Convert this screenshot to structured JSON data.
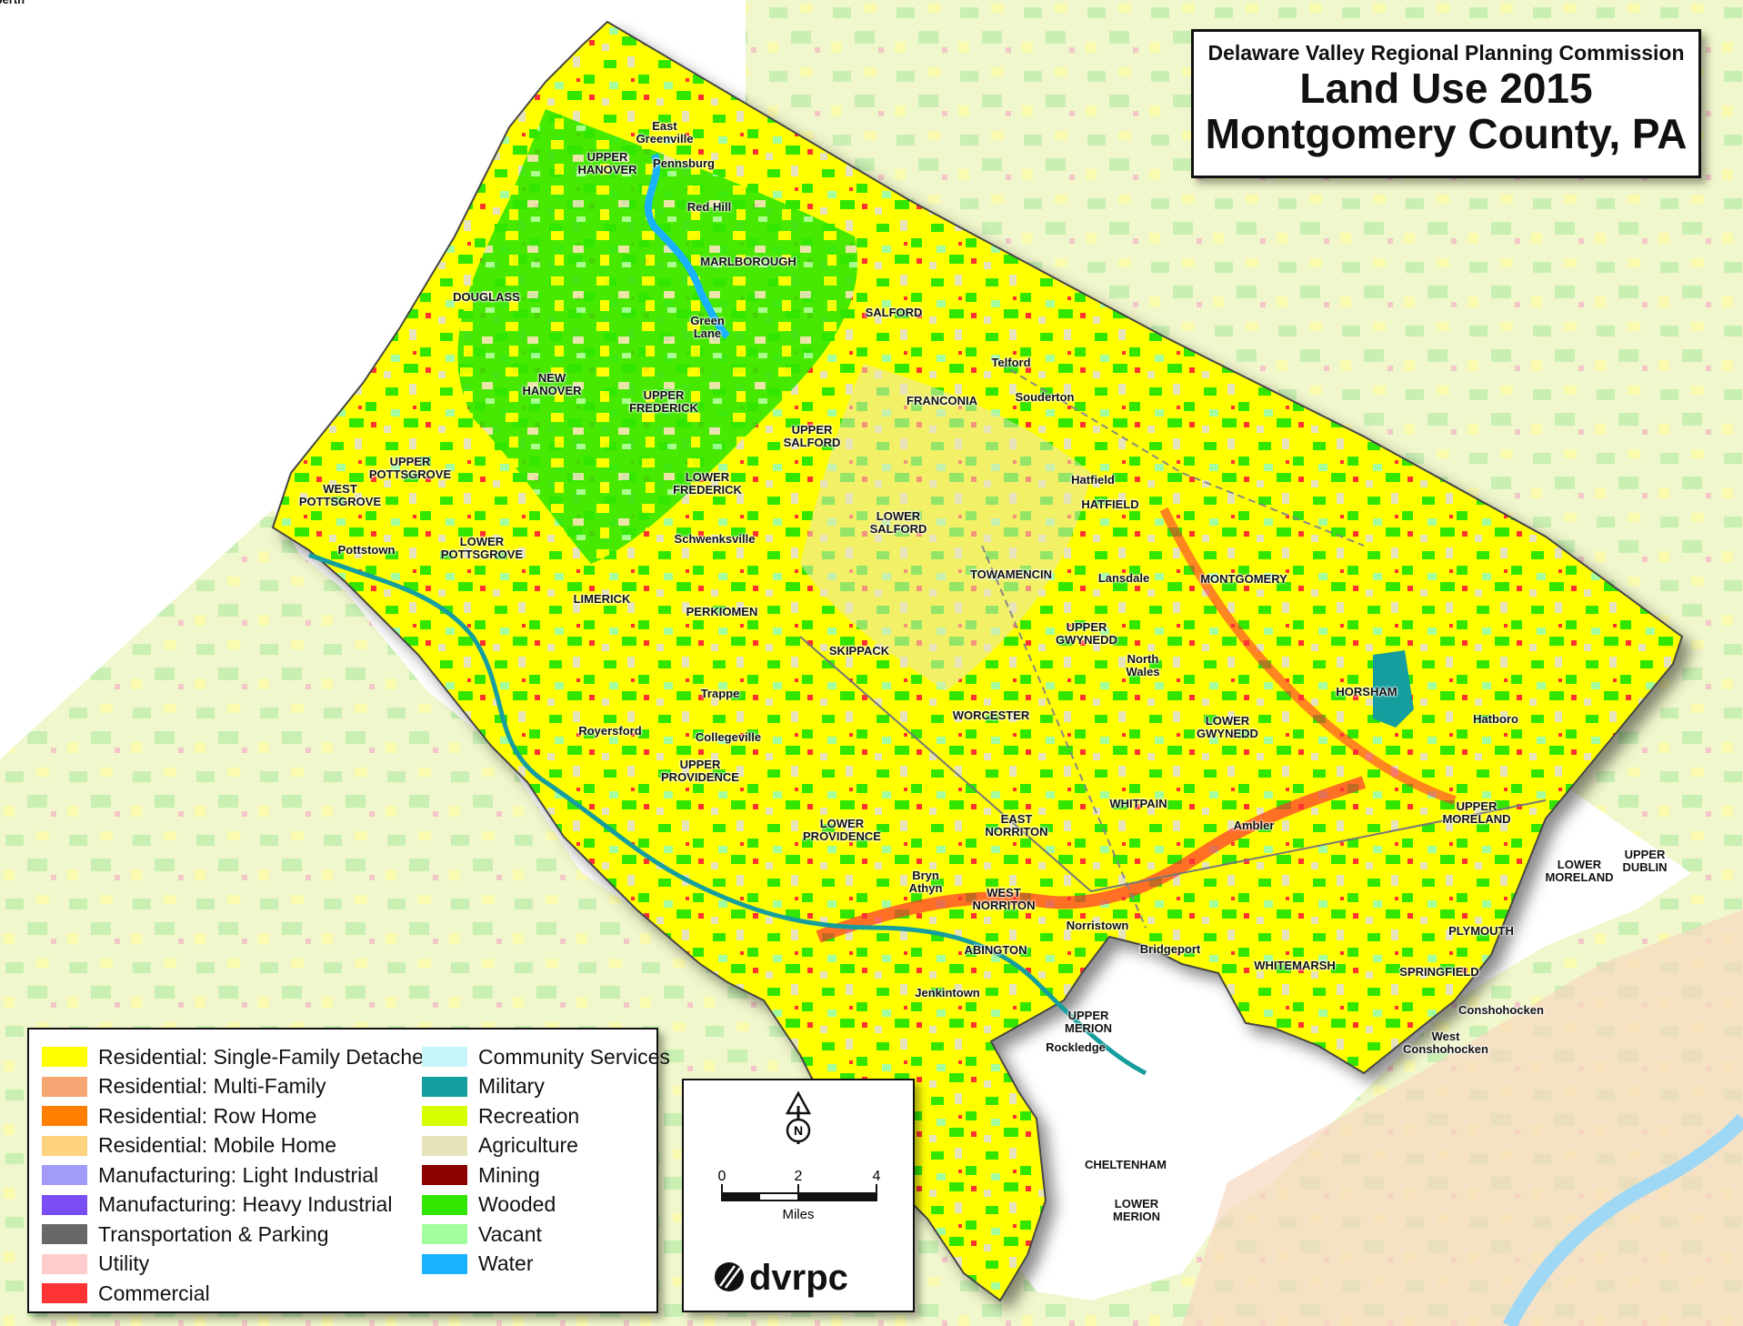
{
  "title": {
    "organization": "Delaware Valley Regional Planning Commission",
    "line1": "Land Use 2015",
    "line2": "Montgomery County, PA"
  },
  "legend": {
    "col1": [
      {
        "label": "Residential: Single-Family Detached",
        "color": "#ffff00"
      },
      {
        "label": "Residential: Multi-Family",
        "color": "#f5a673"
      },
      {
        "label": "Residential: Row Home",
        "color": "#ff8000"
      },
      {
        "label": "Residential: Mobile Home",
        "color": "#ffd27f"
      },
      {
        "label": "Manufacturing: Light Industrial",
        "color": "#a29bfa"
      },
      {
        "label": "Manufacturing: Heavy Industrial",
        "color": "#7b4df5"
      },
      {
        "label": "Transportation & Parking",
        "color": "#686868"
      },
      {
        "label": "Utility",
        "color": "#ffcccc"
      },
      {
        "label": "Commercial",
        "color": "#ff3333"
      }
    ],
    "col2": [
      {
        "label": "Community Services",
        "color": "#c6f5fa"
      },
      {
        "label": "Military",
        "color": "#169e9e"
      },
      {
        "label": "Recreation",
        "color": "#d8ff00"
      },
      {
        "label": "Agriculture",
        "color": "#e6e3bb"
      },
      {
        "label": "Mining",
        "color": "#8b0000"
      },
      {
        "label": "Wooded",
        "color": "#33e600"
      },
      {
        "label": "Vacant",
        "color": "#a3ff9e"
      },
      {
        "label": "Water",
        "color": "#19b2ff"
      }
    ]
  },
  "scale": {
    "ticks": [
      "0",
      "2",
      "4"
    ],
    "unit": "Miles",
    "north": "N",
    "logo": "dvrpc"
  },
  "places": [
    {
      "name": "East\nGreenville",
      "type": "boro"
    },
    {
      "name": "UPPER\nHANOVER",
      "type": "twp"
    },
    {
      "name": "Pennsburg",
      "type": "boro"
    },
    {
      "name": "Red Hill",
      "type": "boro"
    },
    {
      "name": "MARLBOROUGH",
      "type": "twp"
    },
    {
      "name": "DOUGLASS",
      "type": "twp"
    },
    {
      "name": "Green\nLane",
      "type": "boro"
    },
    {
      "name": "SALFORD",
      "type": "twp"
    },
    {
      "name": "Telford",
      "type": "boro"
    },
    {
      "name": "NEW\nHANOVER",
      "type": "twp"
    },
    {
      "name": "UPPER\nFREDERICK",
      "type": "twp"
    },
    {
      "name": "FRANCONIA",
      "type": "twp"
    },
    {
      "name": "Souderton",
      "type": "boro"
    },
    {
      "name": "UPPER\nSALFORD",
      "type": "twp"
    },
    {
      "name": "UPPER\nPOTTSGROVE",
      "type": "twp"
    },
    {
      "name": "WEST\nPOTTSGROVE",
      "type": "twp"
    },
    {
      "name": "LOWER\nFREDERICK",
      "type": "twp"
    },
    {
      "name": "Hatfield",
      "type": "boro"
    },
    {
      "name": "HATFIELD",
      "type": "twp"
    },
    {
      "name": "LOWER\nSALFORD",
      "type": "twp"
    },
    {
      "name": "Pottstown",
      "type": "boro"
    },
    {
      "name": "LOWER\nPOTTSGROVE",
      "type": "twp"
    },
    {
      "name": "Schwenksville",
      "type": "boro"
    },
    {
      "name": "TOWAMENCIN",
      "type": "twp"
    },
    {
      "name": "Lansdale",
      "type": "boro"
    },
    {
      "name": "MONTGOMERY",
      "type": "twp"
    },
    {
      "name": "LIMERICK",
      "type": "twp"
    },
    {
      "name": "PERKIOMEN",
      "type": "twp"
    },
    {
      "name": "SKIPPACK",
      "type": "twp"
    },
    {
      "name": "UPPER\nGWYNEDD",
      "type": "twp"
    },
    {
      "name": "North\nWales",
      "type": "boro"
    },
    {
      "name": "HORSHAM",
      "type": "twp"
    },
    {
      "name": "Trappe",
      "type": "boro"
    },
    {
      "name": "WORCESTER",
      "type": "twp"
    },
    {
      "name": "LOWER\nGWYNEDD",
      "type": "twp"
    },
    {
      "name": "Royersford",
      "type": "boro"
    },
    {
      "name": "Collegeville",
      "type": "boro"
    },
    {
      "name": "Hatboro",
      "type": "boro"
    },
    {
      "name": "UPPER\nPROVIDENCE",
      "type": "twp"
    },
    {
      "name": "WHITPAIN",
      "type": "twp"
    },
    {
      "name": "UPPER\nMORELAND",
      "type": "twp"
    },
    {
      "name": "LOWER\nPROVIDENCE",
      "type": "twp"
    },
    {
      "name": "EAST\nNORRITON",
      "type": "twp"
    },
    {
      "name": "Ambler",
      "type": "boro"
    },
    {
      "name": "UPPER\nDUBLIN",
      "type": "twp"
    },
    {
      "name": "LOWER\nMORELAND",
      "type": "twp"
    },
    {
      "name": "Bryn\nAthyn",
      "type": "boro"
    },
    {
      "name": "WEST\nNORRITON",
      "type": "twp"
    },
    {
      "name": "Norristown",
      "type": "boro"
    },
    {
      "name": "PLYMOUTH",
      "type": "twp"
    },
    {
      "name": "ABINGTON",
      "type": "twp"
    },
    {
      "name": "Bridgeport",
      "type": "boro"
    },
    {
      "name": "WHITEMARSH",
      "type": "twp"
    },
    {
      "name": "SPRINGFIELD",
      "type": "twp"
    },
    {
      "name": "Jenkintown",
      "type": "boro"
    },
    {
      "name": "UPPER\nMERION",
      "type": "twp"
    },
    {
      "name": "Conshohocken",
      "type": "boro"
    },
    {
      "name": "Rockledge",
      "type": "boro"
    },
    {
      "name": "West\nConshohocken",
      "type": "boro"
    },
    {
      "name": "CHELTENHAM",
      "type": "twp"
    },
    {
      "name": "LOWER\nMERION",
      "type": "twp"
    },
    {
      "name": "Narberth",
      "type": "boro"
    }
  ]
}
